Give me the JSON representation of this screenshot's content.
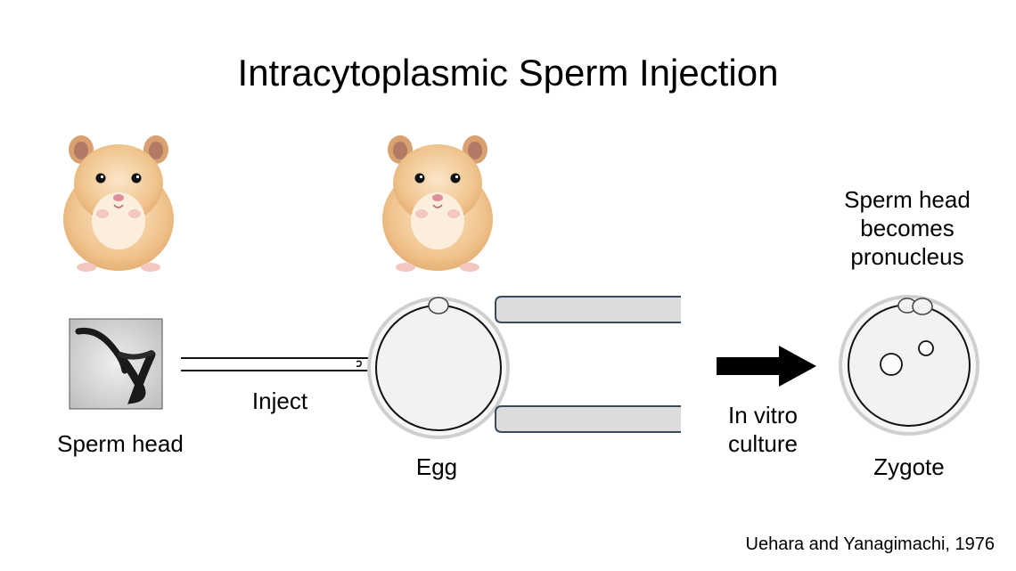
{
  "title": "Intracytoplasmic Sperm Injection",
  "labels": {
    "sperm_head": "Sperm head",
    "inject": "Inject",
    "egg": "Egg",
    "in_vitro_culture_line1": "In vitro",
    "in_vitro_culture_line2": "culture",
    "zygote": "Zygote",
    "pronucleus_line1": "Sperm head",
    "pronucleus_line2": "becomes",
    "pronucleus_line3": "pronucleus"
  },
  "citation": "Uehara and Yanagimachi, 1976",
  "icons": [
    "hamster-icon",
    "sperm-head-micrograph",
    "injection-needle-icon",
    "holding-pipette-icon",
    "arrow-right-icon"
  ],
  "colors": {
    "fur": "#f0c48e",
    "cell_fill": "#f2f2f2",
    "cell_ring": "#cfcfcf",
    "pipette": "#dcdcdc"
  }
}
